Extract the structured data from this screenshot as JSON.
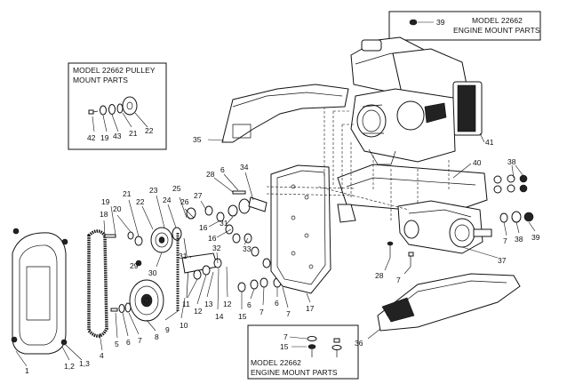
{
  "callouts": {
    "pulley_mount": {
      "line1": "MODEL 22662 PULLEY",
      "line2": "MOUNT PARTS"
    },
    "engine_mount_top": {
      "line1": "MODEL 22662",
      "line2": "ENGINE MOUNT PARTS",
      "num": "39"
    },
    "engine_mount_bottom": {
      "line1": "MODEL 22662",
      "line2": "ENGINE MOUNT PARTS"
    }
  },
  "labels": {
    "n1": "1",
    "n1_2": "1,2",
    "n1_3": "1,3",
    "n4": "4",
    "n5": "5",
    "n6a": "6",
    "n6b": "6",
    "n6c": "6",
    "n6d": "6",
    "n7a": "7",
    "n7b": "7",
    "n7c": "7",
    "n7d": "7",
    "n7e": "7",
    "n8": "8",
    "n9": "9",
    "n10": "10",
    "n11": "11",
    "n12a": "12",
    "n12b": "12",
    "n13": "13",
    "n14": "14",
    "n15a": "15",
    "n15b": "15",
    "n16a": "16",
    "n16b": "16",
    "n17": "17",
    "n18": "18",
    "n19a": "19",
    "n19b": "19",
    "n20": "20",
    "n21a": "21",
    "n21b": "21",
    "n22a": "22",
    "n22b": "22",
    "n23": "23",
    "n24": "24",
    "n25": "25",
    "n26": "26",
    "n27": "27",
    "n28a": "28",
    "n28b": "28",
    "n29": "29",
    "n30": "30",
    "n31a": "31",
    "n31b": "31",
    "n32": "32",
    "n33": "33",
    "n34": "34",
    "n35": "35",
    "n36": "36",
    "n37": "37",
    "n38a": "38",
    "n38b": "38",
    "n39": "39",
    "n40": "40",
    "n41": "41",
    "n42": "42",
    "n43": "43"
  }
}
